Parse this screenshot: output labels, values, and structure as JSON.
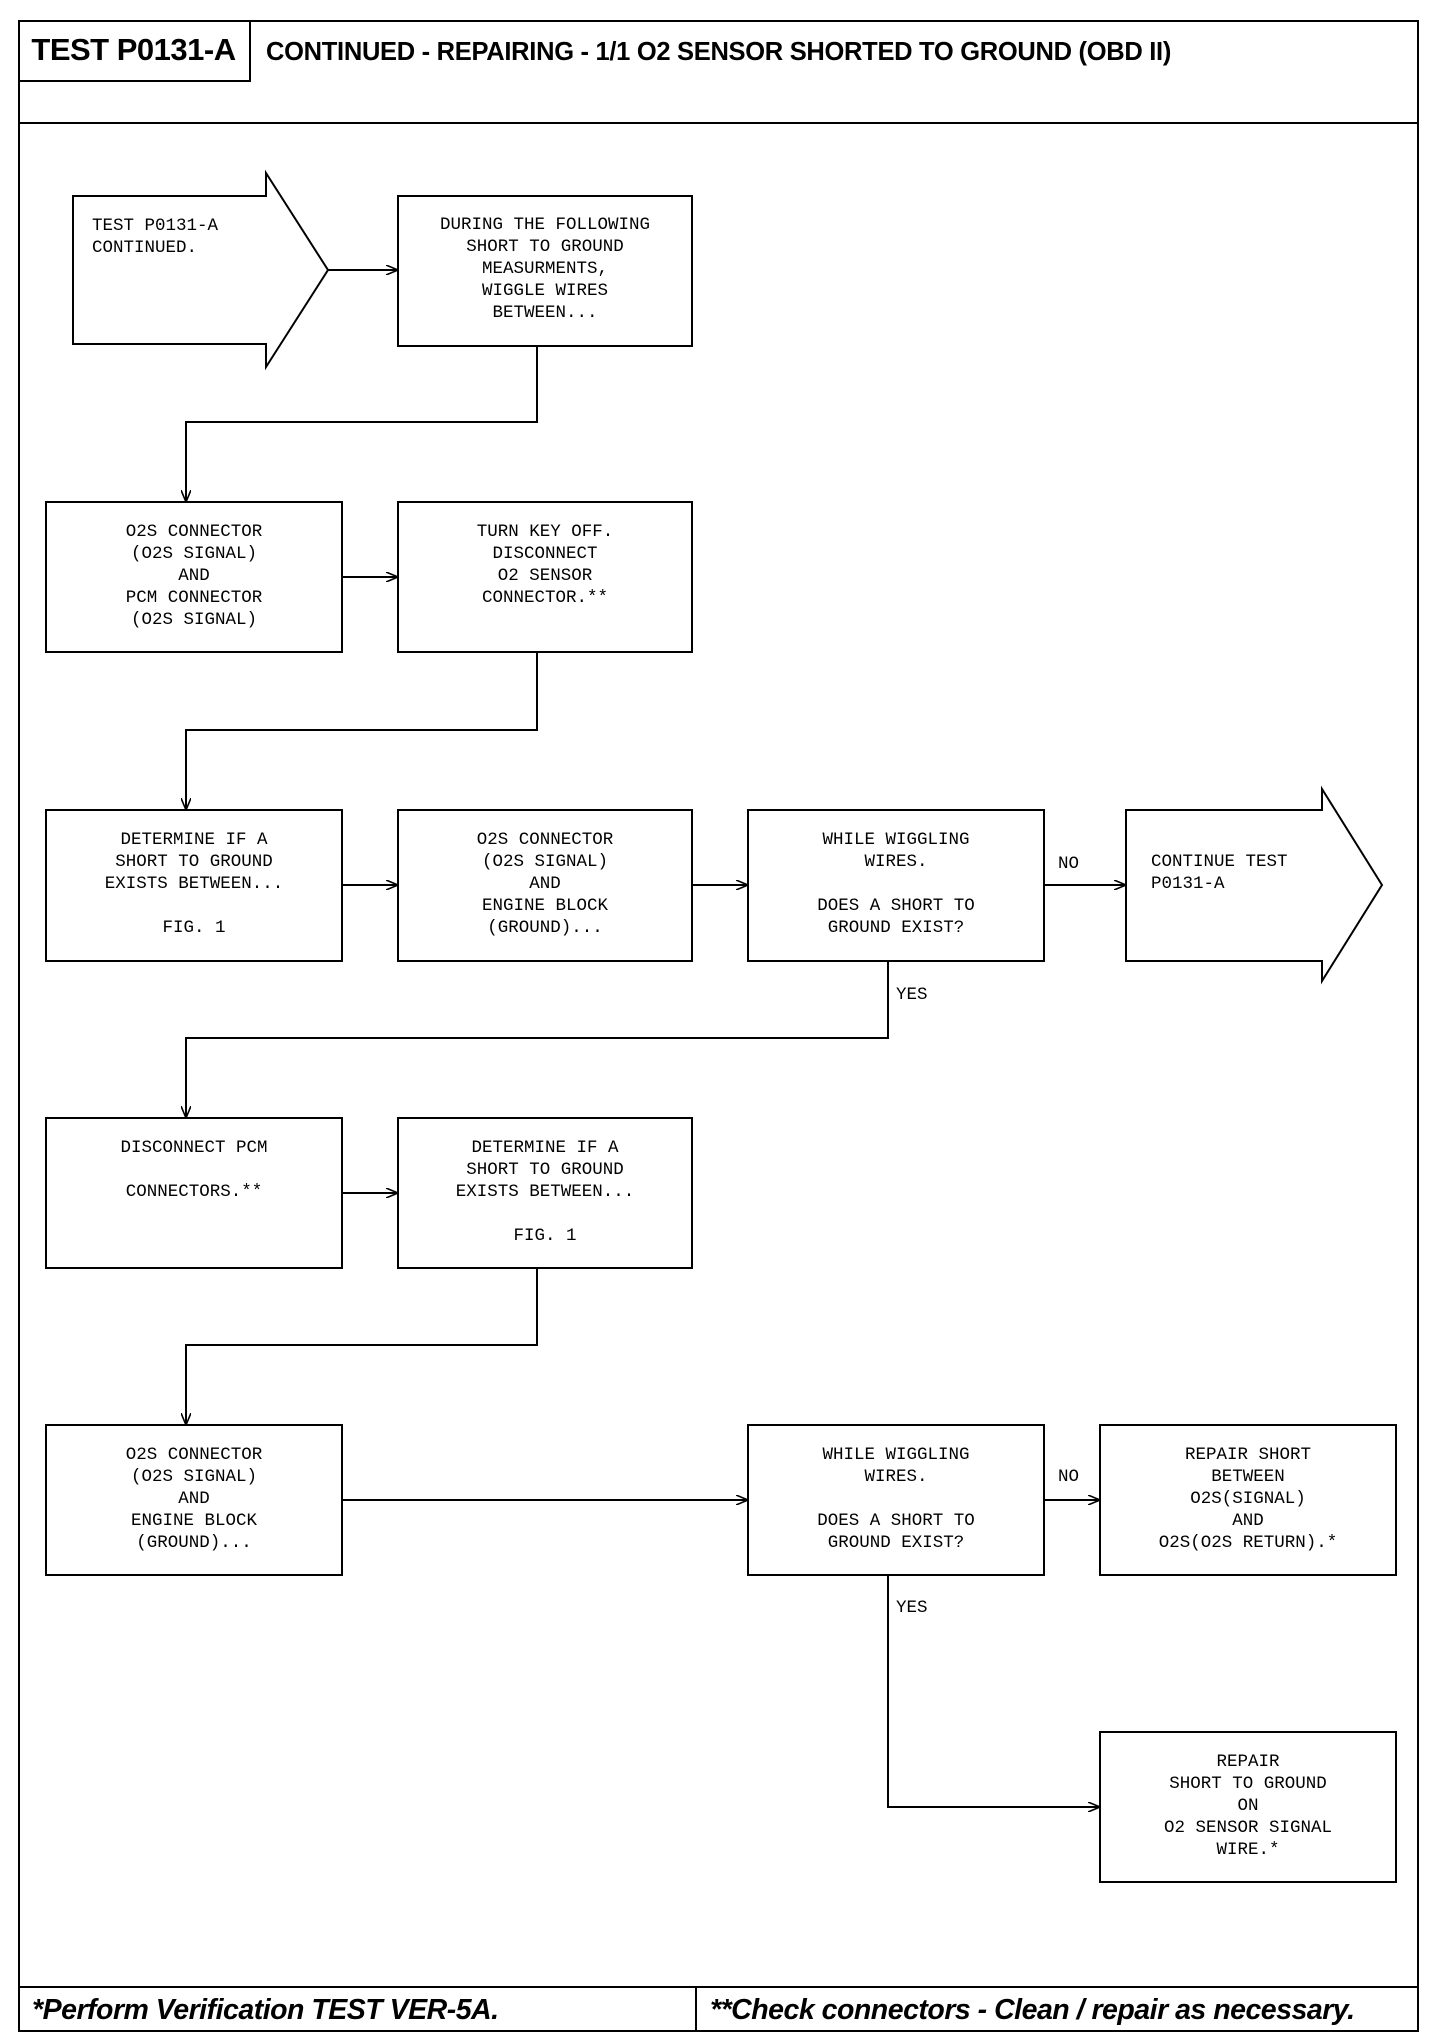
{
  "header": {
    "test_id": "TEST P0131-A",
    "title": "CONTINUED - REPAIRING - 1/1 O2 SENSOR SHORTED TO GROUND (OBD II)"
  },
  "nodes": {
    "start": "TEST P0131-A\nCONTINUED.",
    "wiggle_intro": "DURING THE FOLLOWING\nSHORT TO GROUND\nMEASURMENTS,\nWIGGLE WIRES\nBETWEEN...",
    "o2s_pcm_connectors": "O2S CONNECTOR\n(O2S SIGNAL)\nAND\nPCM CONNECTOR\n(O2S SIGNAL)",
    "key_off_disconnect": "TURN KEY OFF.\nDISCONNECT\nO2 SENSOR\nCONNECTOR.**",
    "determine_short_1": "DETERMINE IF A\nSHORT TO GROUND\nEXISTS BETWEEN...\n\nFIG. 1",
    "o2s_engine_block_1": "O2S CONNECTOR\n(O2S SIGNAL)\nAND\nENGINE BLOCK\n(GROUND)...",
    "decision_1": "WHILE WIGGLING\nWIRES.\n\nDOES A SHORT TO\nGROUND EXIST?",
    "continue_test": "CONTINUE TEST\nP0131-A",
    "disconnect_pcm": "DISCONNECT PCM\n\nCONNECTORS.**",
    "determine_short_2": "DETERMINE IF A\nSHORT TO GROUND\nEXISTS BETWEEN...\n\nFIG. 1",
    "o2s_engine_block_2": "O2S CONNECTOR\n(O2S SIGNAL)\nAND\nENGINE BLOCK\n(GROUND)...",
    "decision_2": "WHILE WIGGLING\nWIRES.\n\nDOES A SHORT TO\nGROUND EXIST?",
    "repair_between": "REPAIR SHORT\nBETWEEN\nO2S(SIGNAL)\nAND\nO2S(O2S RETURN).*",
    "repair_ground": "REPAIR\nSHORT TO GROUND\nON\nO2 SENSOR SIGNAL\nWIRE.*"
  },
  "edge_labels": {
    "decision_1_no": "NO",
    "decision_1_yes": "YES",
    "decision_2_no": "NO",
    "decision_2_yes": "YES"
  },
  "footer": {
    "left_note": "*Perform Verification TEST VER-5A.",
    "right_note": "**Check connectors - Clean / repair as necessary."
  }
}
